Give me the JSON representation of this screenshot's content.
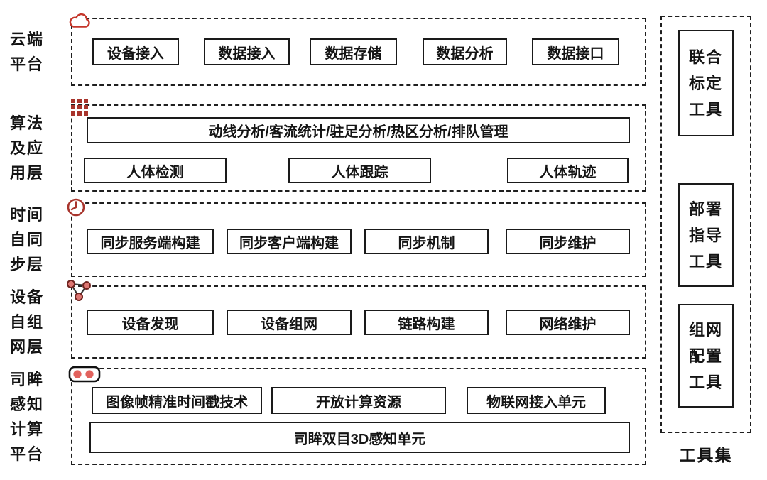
{
  "colors": {
    "line_black": "#1a1a1a",
    "icon_red": "#c5372b",
    "icon_dark_red": "#a8342c",
    "icon_pink": "#dd7672",
    "icon_rose": "#e2625d"
  },
  "layers": [
    {
      "label": "云端平台",
      "label_lines": [
        "云端",
        "平台"
      ],
      "icon": "cloud-icon",
      "boxes": [
        "设备接入",
        "数据接入",
        "数据存储",
        "数据分析",
        "数据接口"
      ]
    },
    {
      "label": "算法及应用层",
      "label_lines": [
        "算法",
        "及应",
        "用层"
      ],
      "icon": "grid-dots-icon",
      "wide_box": "动线分析/客流统计/驻足分析/热区分析/排队管理",
      "boxes": [
        "人体检测",
        "人体跟踪",
        "人体轨迹"
      ]
    },
    {
      "label": "时间自同步层",
      "label_lines": [
        "时间",
        "自同",
        "步层"
      ],
      "icon": "clock-icon",
      "boxes": [
        "同步服务端构建",
        "同步客户端构建",
        "同步机制",
        "同步维护"
      ]
    },
    {
      "label": "设备自组网层",
      "label_lines": [
        "设备",
        "自组",
        "网层"
      ],
      "icon": "network-icon",
      "boxes": [
        "设备发现",
        "设备组网",
        "链路构建",
        "网络维护"
      ]
    },
    {
      "label": "司眸感知计算平台",
      "label_lines": [
        "司眸",
        "感知",
        "计算",
        "平台"
      ],
      "icon": "stereo-camera-icon",
      "boxes": [
        "图像帧精准时间戳技术",
        "开放计算资源",
        "物联网接入单元"
      ],
      "wide_box": "司眸双目3D感知单元"
    }
  ],
  "toolset": {
    "caption": "工具集",
    "tools": [
      {
        "label": "联合标定工具",
        "lines": [
          "联合",
          "标定",
          "工具"
        ]
      },
      {
        "label": "部署指导工具",
        "lines": [
          "部署",
          "指导",
          "工具"
        ]
      },
      {
        "label": "组网配置工具",
        "lines": [
          "组网",
          "配置",
          "工具"
        ]
      }
    ]
  }
}
